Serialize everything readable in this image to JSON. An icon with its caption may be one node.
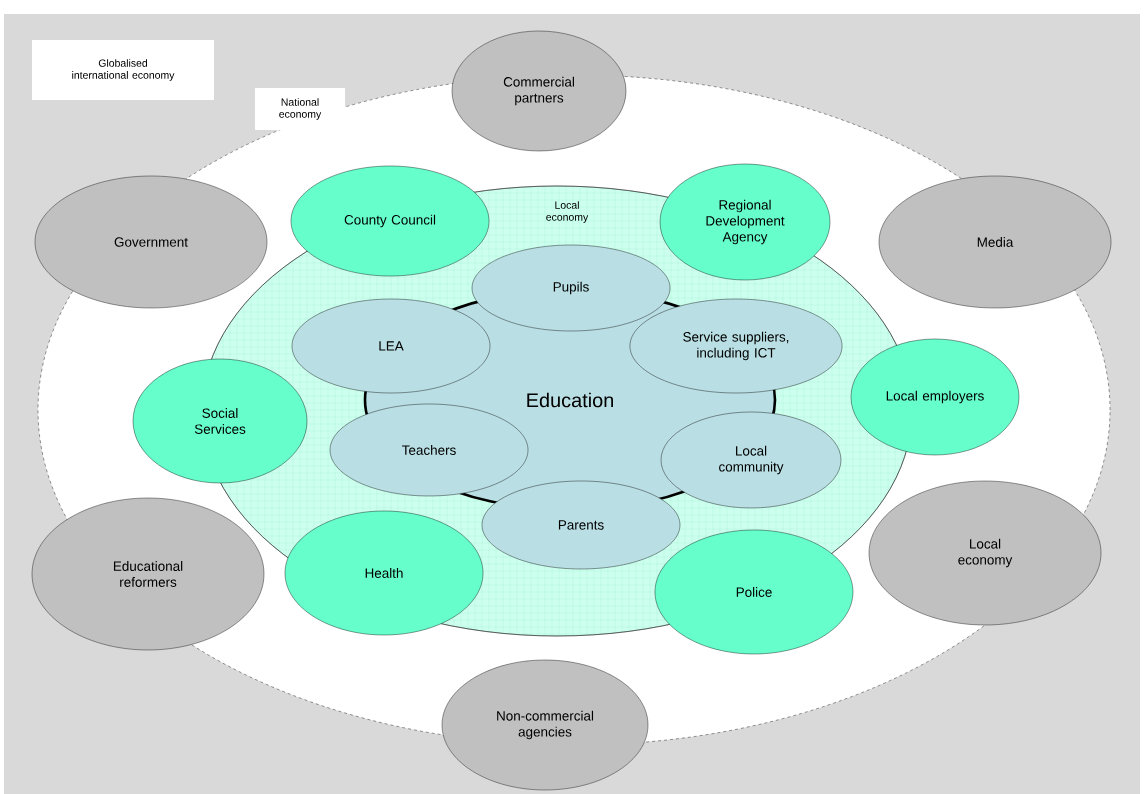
{
  "diagram": {
    "nodes": [
      {
        "text": [
          "Globalised international economy"
        ]
      },
      {
        "text": [
          "National economy"
        ],
        "in": 0
      },
      {
        "text": [
          "Local economy"
        ],
        "in": 1
      },
      {
        "text": [
          "Commercial partners"
        ],
        "in": 0
      },
      {
        "text": [
          "County Council"
        ],
        "in": 1
      },
      {
        "text": [
          "Regional Development Agency"
        ],
        "in": 1
      },
      {
        "text": [
          "Government"
        ],
        "in": 1
      },
      {
        "text": [
          "Media"
        ],
        "in": 1
      },
      {
        "text": [
          "Pupils"
        ],
        "in": 2
      },
      {
        "text": [
          "LEA"
        ],
        "in": 2
      },
      {
        "text": [
          "Service suppliers, including ICT"
        ],
        "in": 2
      },
      {
        "text": [
          "Education"
        ],
        "in": 2
      },
      {
        "text": [
          "Local employers"
        ],
        "in": 1
      },
      {
        "text": [
          "Social Services"
        ],
        "in": 1
      },
      {
        "text": [
          "Teachers"
        ],
        "in": 2
      },
      {
        "text": [
          "Local community"
        ],
        "in": 2
      },
      {
        "text": [
          "Parents"
        ],
        "in": 2
      },
      {
        "text": [
          "Educational reformers"
        ],
        "in": 1
      },
      {
        "text": [
          "Local economy"
        ],
        "in": 1
      },
      {
        "text": [
          "Health"
        ],
        "in": 2
      },
      {
        "text": [
          "Police"
        ],
        "in": 1
      },
      {
        "text": [
          "Non-commercial agencies"
        ],
        "in": 0
      }
    ]
  }
}
